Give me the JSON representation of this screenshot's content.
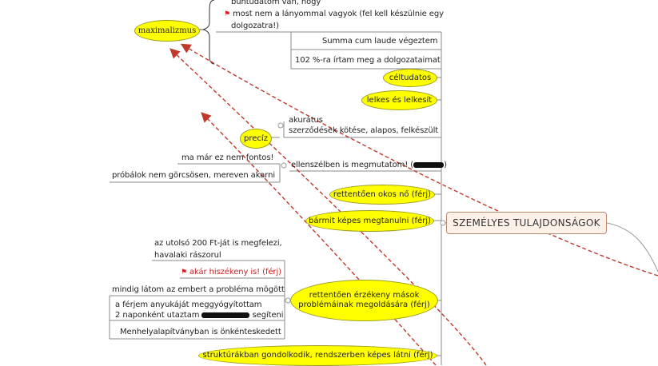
{
  "root": {
    "label": "SZEMÉLYES TULAJDONSÁGOK"
  },
  "nodes": {
    "maximalizmus": "maximalizmus",
    "celtudatos": "céltudatos",
    "lelkes": "lelkes és lelkesít",
    "preciz": "precíz",
    "okos": "rettentően okos nő (férj)",
    "barmit": "bármit képes megtanulni (férj)",
    "erzekeny_line1": "rettentően érzékeny mások",
    "erzekeny_line2": "problémáinak megoldására (férj)",
    "strukturak": "struktúrákban gondolkodik, rendszerben képes látni (férj)"
  },
  "maximalizmus_children": {
    "line1": "bűntudatom van, hogy",
    "line2": "most nem a lányommal vagyok (fel kell készülnie egy",
    "line3": "dolgozatra!)"
  },
  "texts": {
    "summa": "Summa cum laude végeztem",
    "szazketto": "102 %-ra írtam meg a dolgozataimat",
    "akuratus": "akurátus",
    "szerzodesek": "szerződések kötése, alapos, felkészült",
    "ellenszelben": "ellenszélben is megmutatom! (",
    "ma_mar": "ma már ez nem fontos!",
    "probalok": "próbálok nem görcsösen, mereven akarni",
    "utolso_line1": "az utolsó 200 Ft-ját is megfelezi,",
    "utolso_line2": "havalaki rászorul",
    "hiszekeny": "akár hiszékeny is! (férj)",
    "mindig": "mindig látom az embert a probléma mögött",
    "ferjem_line1": "a férjem anyukáját meggyógyítottam",
    "ferjem_line2a": "2 naponként utaztam",
    "ferjem_line2b": "segíteni",
    "menhely": "Menhelyalapítványban is önkénteskedett"
  },
  "colors": {
    "node_fill": "#ffff00",
    "connector": "#888888",
    "relation": "#c0392b",
    "flag": "#d22020"
  }
}
